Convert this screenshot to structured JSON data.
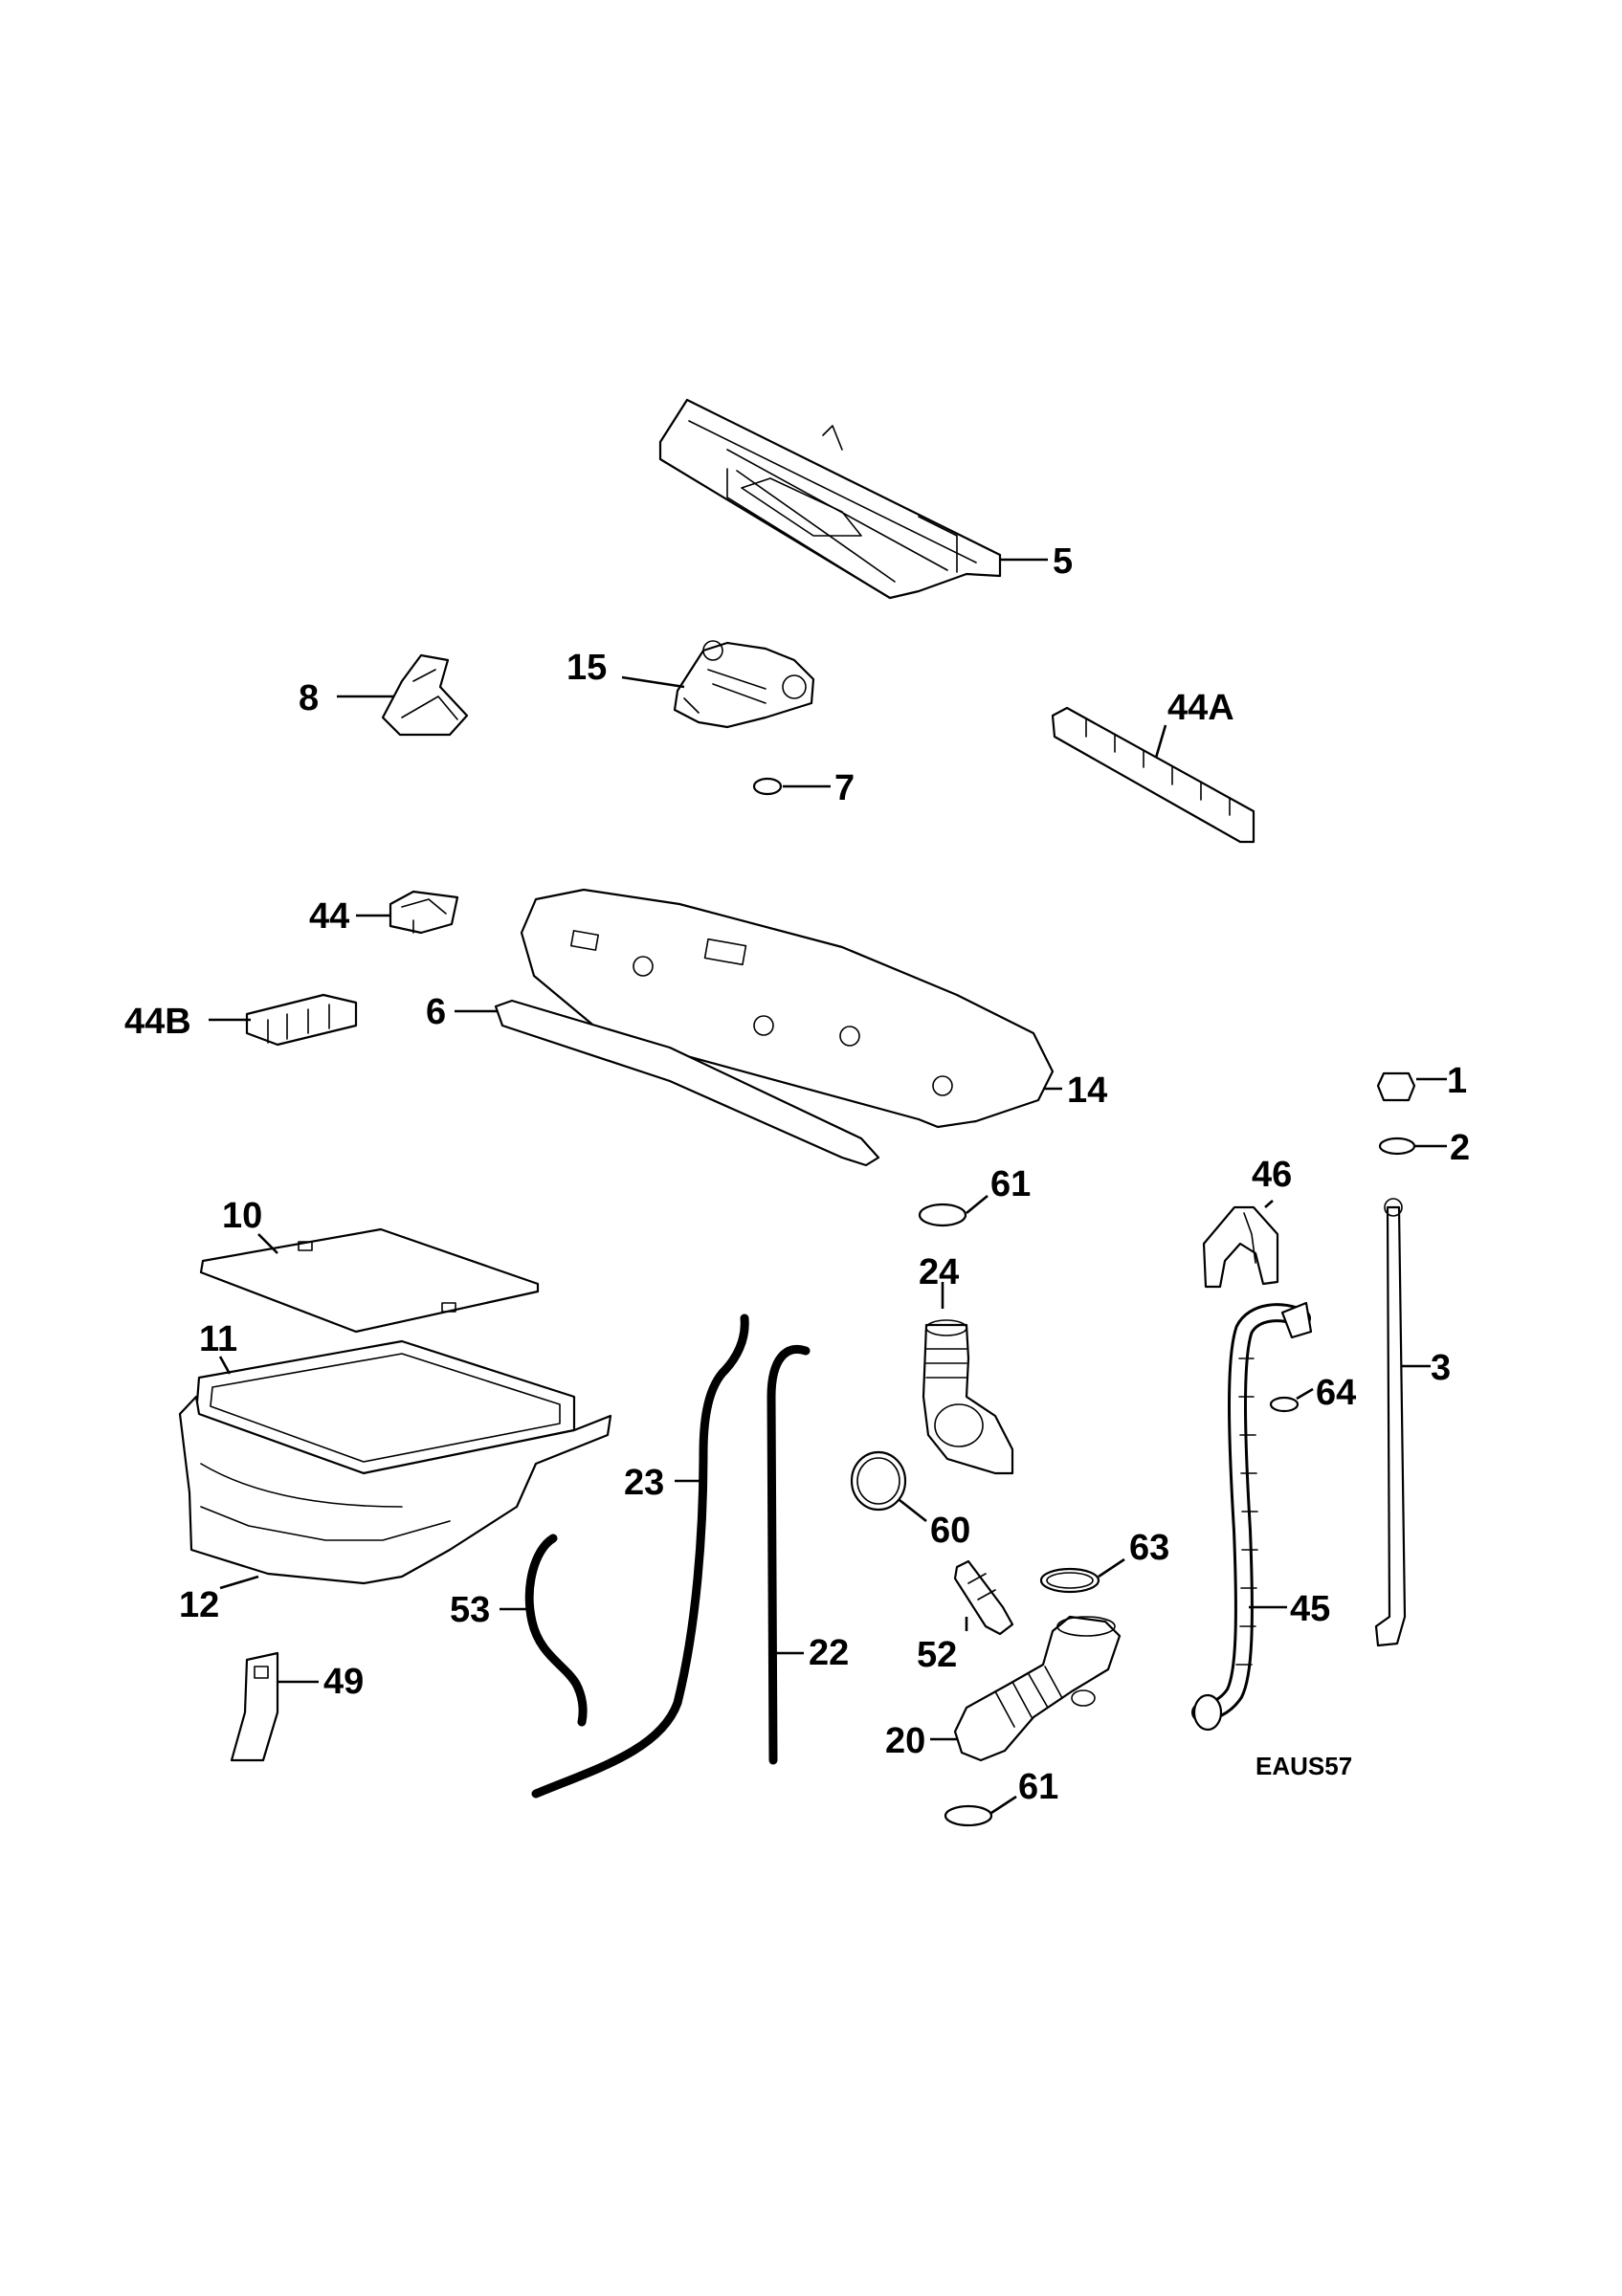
{
  "labels": {
    "p1": "1",
    "p2": "2",
    "p3": "3",
    "p5": "5",
    "p6": "6",
    "p7": "7",
    "p8": "8",
    "p10": "10",
    "p11": "11",
    "p12": "12",
    "p14": "14",
    "p15": "15",
    "p20": "20",
    "p22": "22",
    "p23": "23",
    "p24": "24",
    "p44": "44",
    "p44a": "44A",
    "p44b": "44B",
    "p45": "45",
    "p46": "46",
    "p49": "49",
    "p52": "52",
    "p53": "53",
    "p60": "60",
    "p61a": "61",
    "p61b": "61",
    "p63": "63",
    "p64": "64"
  },
  "diagram_code": "EAUS57"
}
